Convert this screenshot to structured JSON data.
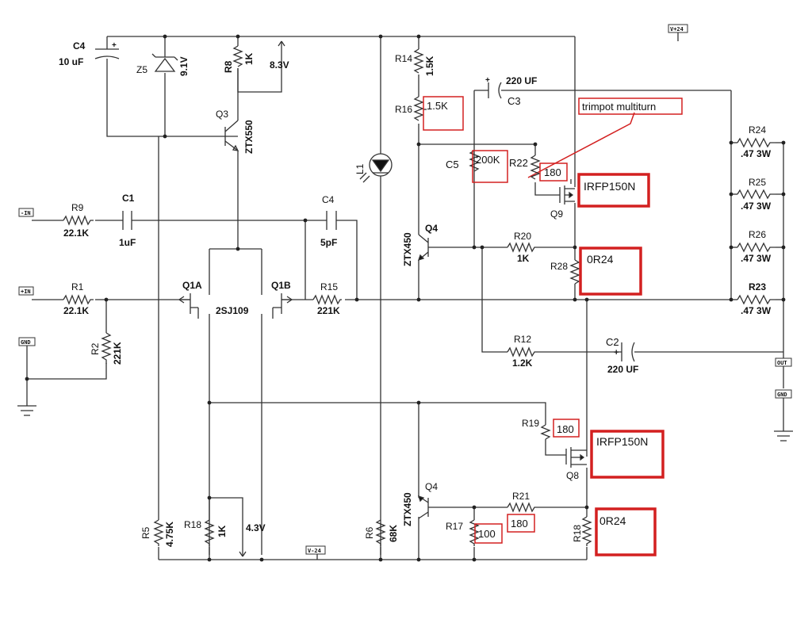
{
  "schematic": {
    "ports": {
      "v_plus": "V+24",
      "v_minus": "V-24",
      "in_minus": "-IN",
      "in_plus": "+IN",
      "gnd_left": "GND",
      "out": "OUT",
      "gnd_right": "GND"
    },
    "components": {
      "c4_top": {
        "name": "C4",
        "value": "10 uF"
      },
      "z5": {
        "name": "Z5",
        "value": "9.1V"
      },
      "r8": {
        "name": "R8",
        "value": "1K"
      },
      "v_8_3": "8.3V",
      "q3": {
        "name": "Q3",
        "value": "ZTX550"
      },
      "r14": {
        "name": "R14",
        "value": "1.5K"
      },
      "r16": {
        "name": "R16",
        "value": "1.5K"
      },
      "c3": {
        "name": "C3",
        "value": "220 UF"
      },
      "c5": {
        "name": "C5",
        "value": "200K"
      },
      "r22": {
        "name": "R22",
        "value": "180"
      },
      "q9": {
        "name": "Q9",
        "value": "IRFP150N"
      },
      "trimpot_note": "trimpot multiturn",
      "l1": {
        "name": "L1"
      },
      "r9": {
        "name": "R9",
        "value": "22.1K"
      },
      "c1": {
        "name": "C1",
        "value": "1uF"
      },
      "c4_mid": {
        "name": "C4",
        "value": "5pF"
      },
      "q4_top": {
        "name": "Q4",
        "value": "ZTX450"
      },
      "r20": {
        "name": "R20",
        "value": "1K"
      },
      "r28": {
        "name": "R28",
        "value": "0R24"
      },
      "q1a": "Q1A",
      "q1b": "Q1B",
      "q1_part": "2SJ109",
      "r1": {
        "name": "R1",
        "value": "22.1K"
      },
      "r15": {
        "name": "R15",
        "value": "221K"
      },
      "r2": {
        "name": "R2",
        "value": "221K"
      },
      "r12": {
        "name": "R12",
        "value": "1.2K"
      },
      "c2": {
        "name": "C2",
        "value": "220 UF"
      },
      "r24": {
        "name": "R24",
        "value": ".47 3W"
      },
      "r25": {
        "name": "R25",
        "value": ".47 3W"
      },
      "r26": {
        "name": "R26",
        "value": ".47 3W"
      },
      "r23": {
        "name": "R23",
        "value": ".47 3W"
      },
      "r19": {
        "name": "R19",
        "value": "180"
      },
      "q8": {
        "name": "Q8",
        "value": "IRFP150N"
      },
      "q4_bot": {
        "name": "Q4",
        "value": "ZTX450"
      },
      "r21": {
        "name": "R21",
        "value": "180"
      },
      "r17": {
        "name": "R17",
        "value": "100"
      },
      "r18_right": {
        "name": "R18",
        "value": "0R24"
      },
      "r5": {
        "name": "R5",
        "value": "4.75K"
      },
      "r18_left": {
        "name": "R18",
        "value": "1K"
      },
      "v_4_3": "4.3V",
      "r6": {
        "name": "R6",
        "value": "68K"
      }
    },
    "highlight_color": "#d32020"
  }
}
